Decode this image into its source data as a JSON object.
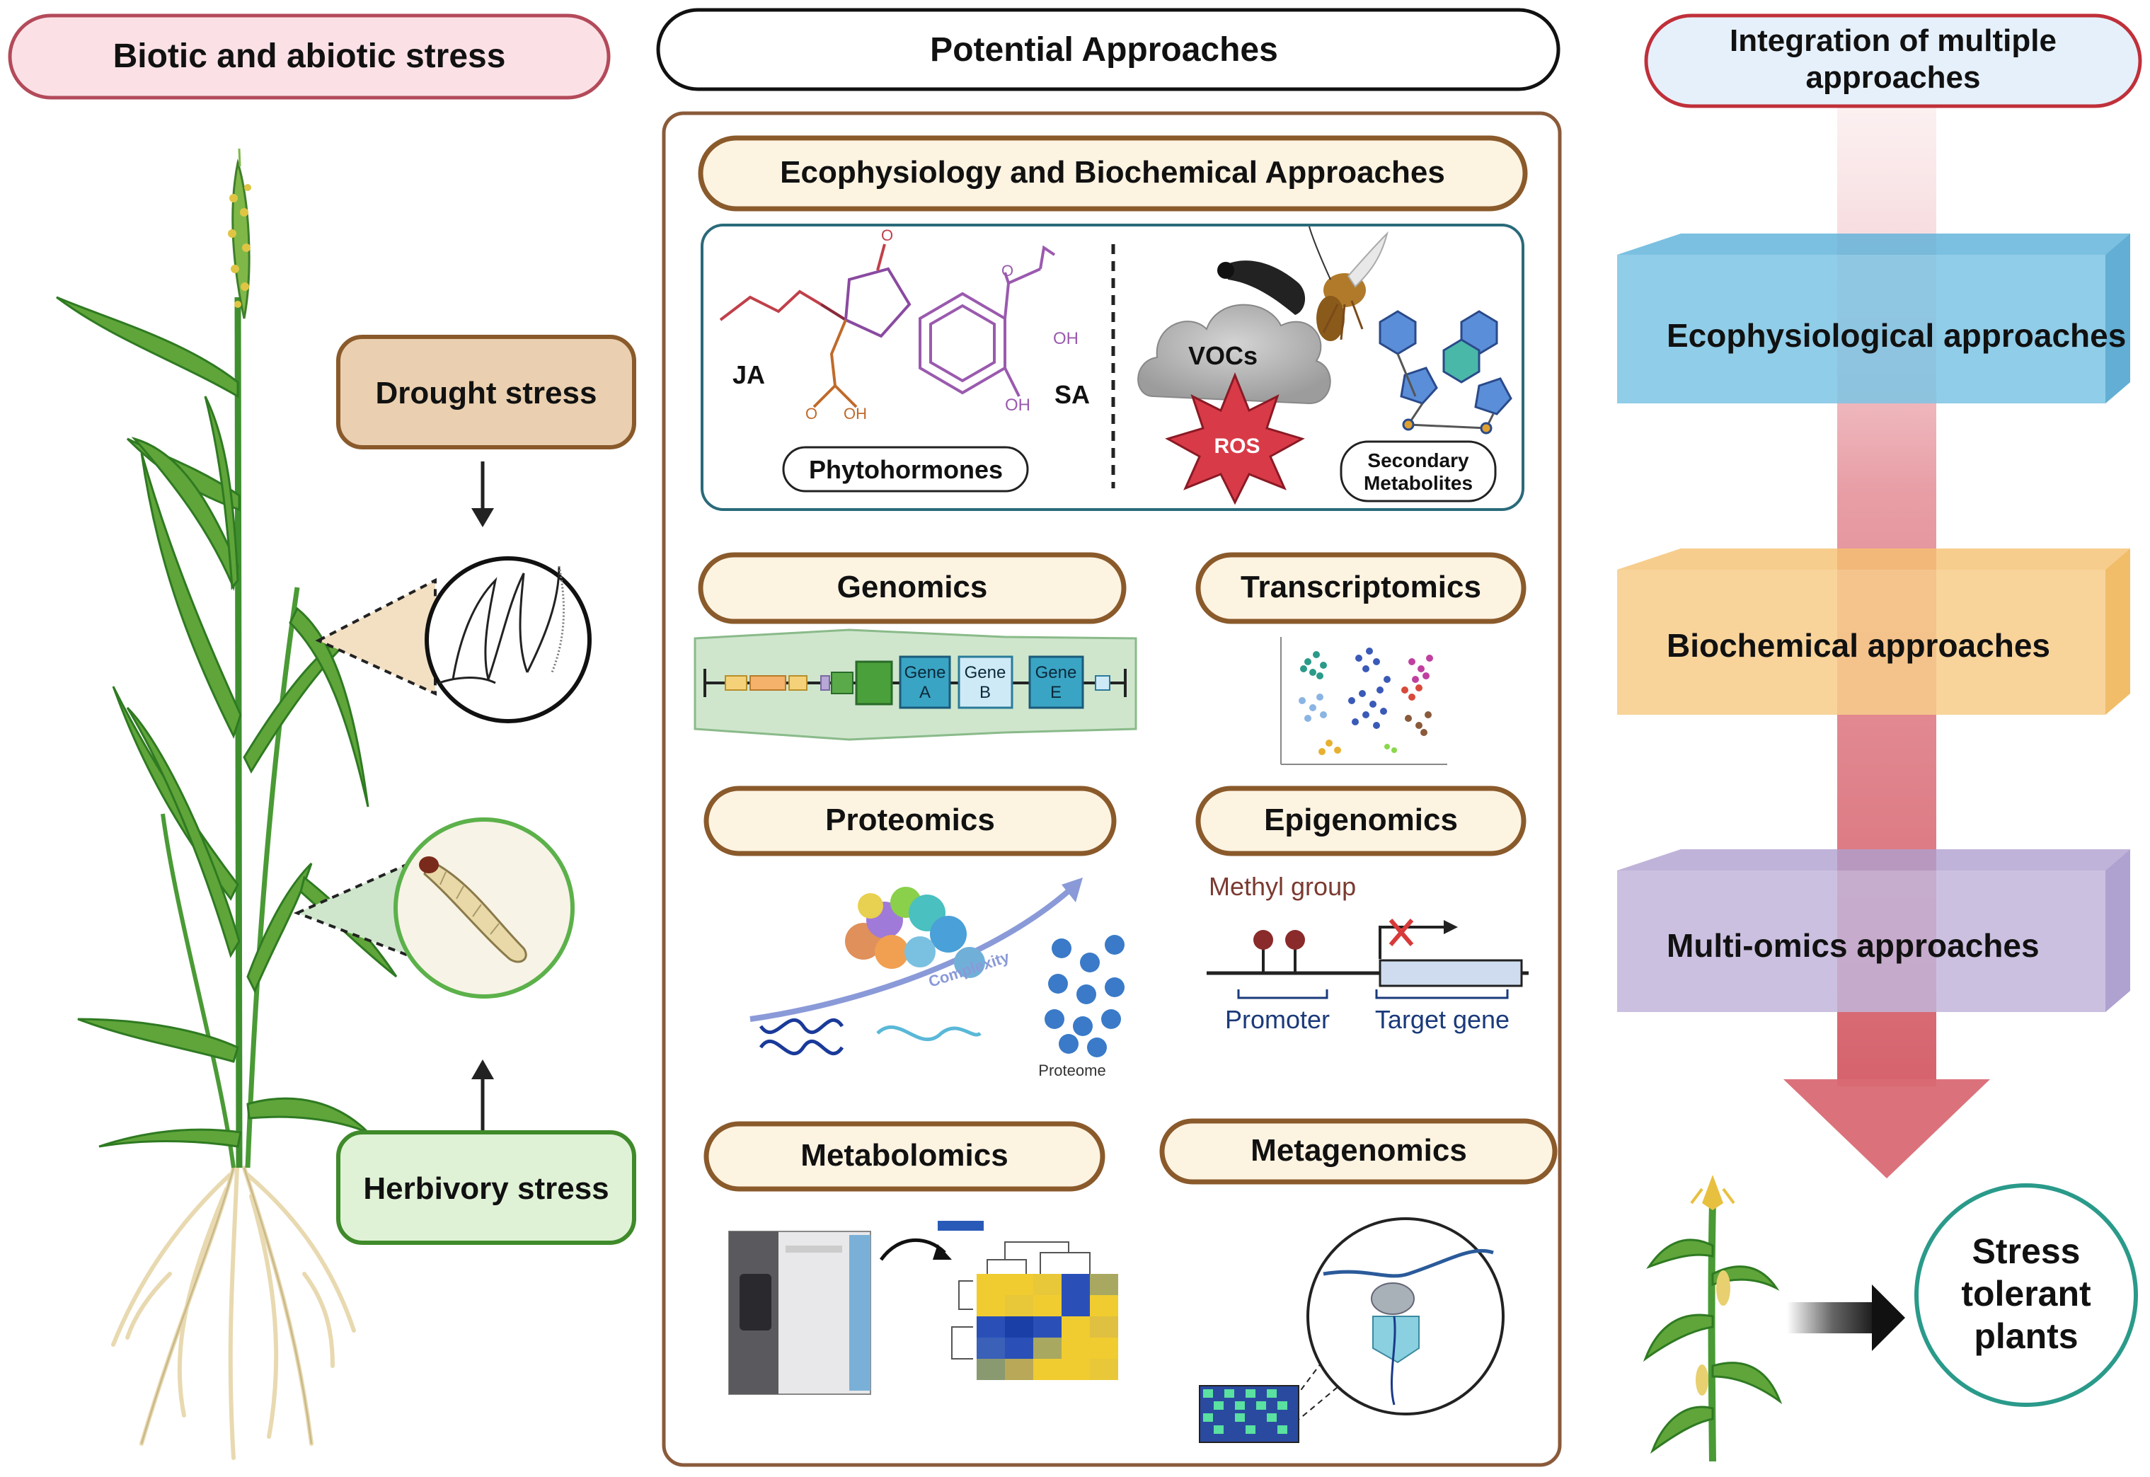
{
  "left": {
    "title": "Biotic and abiotic stress",
    "drought": "Drought stress",
    "herbivory": "Herbivory stress"
  },
  "center": {
    "title": "Potential Approaches",
    "eco_title": "Ecophysiology and Biochemical Approaches",
    "ja": "JA",
    "sa": "SA",
    "oh1": "OH",
    "oh2": "OH",
    "oh3": "OH",
    "ketone_o": "O",
    "acid_o": "O",
    "ester_o": "O",
    "phytohormones": "Phytohormones",
    "vocs": "VOCs",
    "ros": "ROS",
    "secondary_1": "Secondary",
    "secondary_2": "Metabolites",
    "genomics": "Genomics",
    "gene_word": "Gene",
    "gene_a": "A",
    "gene_b": "B",
    "gene_e": "E",
    "transcriptomics": "Transcriptomics",
    "proteomics": "Proteomics",
    "complexity": "Complexity",
    "proteome": "Proteome",
    "epigenomics": "Epigenomics",
    "methyl": "Methyl group",
    "promoter": "Promoter",
    "target": "Target gene",
    "metabolomics": "Metabolomics",
    "metagenomics": "Metagenomics"
  },
  "right": {
    "title_1": "Integration of multiple",
    "title_2": "approaches",
    "eco": "Ecophysiological approaches",
    "bio": "Biochemical approaches",
    "multi": "Multi-omics approaches",
    "result_1": "Stress",
    "result_2": "tolerant",
    "result_3": "plants"
  },
  "colors": {
    "left_header_fill": "#fbe1e6",
    "left_header_stroke": "#b34a5a",
    "drought_fill": "#ead0b0",
    "drought_stroke": "#8a5a2b",
    "herbivory_fill": "#dff2d6",
    "herbivory_stroke": "#3f8a2a",
    "center_stroke": "#8a5a3a",
    "pill_fill": "#fdf3e1",
    "right_header_fill": "#e6f0fb",
    "eco_layer": "#7cc4e4",
    "bio_layer": "#f7cd8a",
    "multi_layer": "#c2b5da",
    "arrow": "#d96a74",
    "result_stroke": "#2a9a8a"
  }
}
